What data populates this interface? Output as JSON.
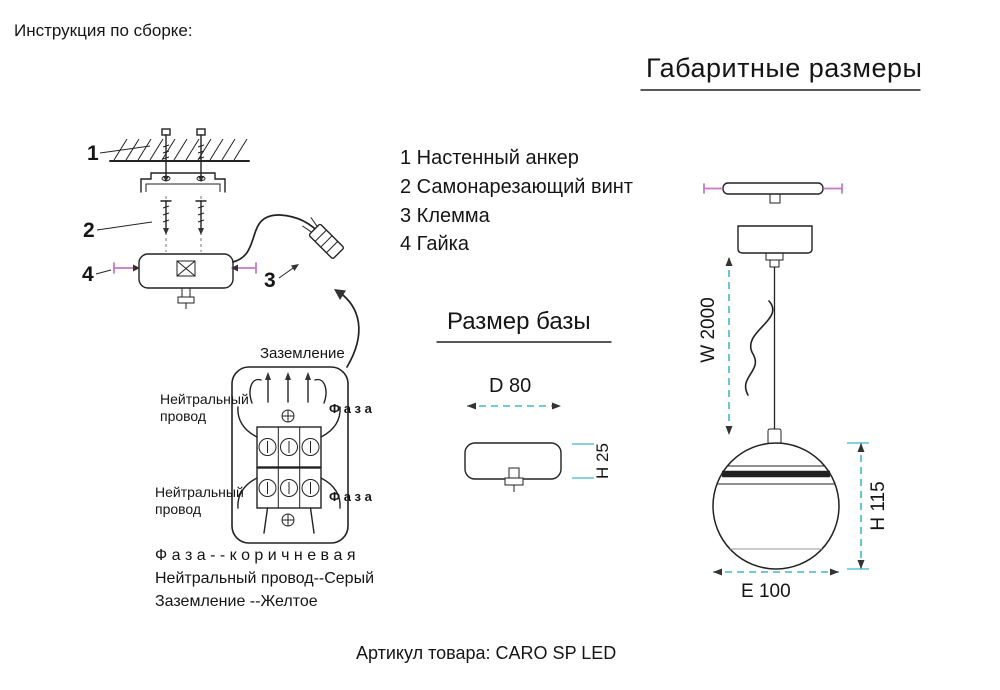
{
  "colors": {
    "ink": "#1f1f1f",
    "dimension_line": "#3fb8cc",
    "screw_accent": "#c678c6"
  },
  "header": {
    "instruction_title": "Инструкция по сборке:",
    "dimensions_title": "Габаритные размеры"
  },
  "parts_list": {
    "items": [
      "1 Настенный анкер",
      "2 Самонарезающий винт",
      "3 Клемма",
      "4 Гайка"
    ]
  },
  "assembly": {
    "callouts": [
      "1",
      "2",
      "3",
      "4"
    ]
  },
  "wiring": {
    "ground_label": "Заземление",
    "neutral_line1": "Нейтральный",
    "neutral_line2": "провод",
    "phase_label": "Ф а з а",
    "legend": [
      "Ф а з а - - к о р и ч н е в а я",
      "Нейтральный провод--Серый",
      "Заземление --Желтое"
    ]
  },
  "base_size": {
    "title": "Размер базы",
    "diameter": "D 80",
    "height": "H 25"
  },
  "fixture": {
    "wire_length": "W 2000",
    "ball_height": "H 115",
    "ball_width": "E 100"
  },
  "footer": {
    "article": "Артикул товара: CARO SP LED"
  }
}
